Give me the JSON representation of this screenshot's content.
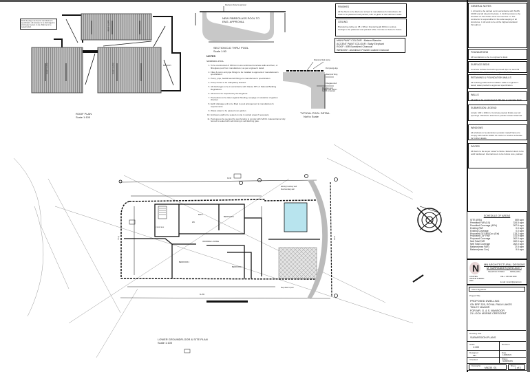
{
  "roof_plan": {
    "title": "ROOF PLAN",
    "scale": "Scale 1:100",
    "note": "Roof sheeting to be fixed to manufacturer's specification. All rainwater to be discharged to stormwater system on site. Balcony to be waterproofed.",
    "labels": [
      "ROOF SLOPE",
      "ROOF SLOPE",
      "ROOF SLOPE",
      "BALCONY"
    ]
  },
  "pool_section": {
    "callout": "Paving to Owner's approval",
    "pool_label": "NEW FIBREGLASS POOL TO ENG. APPROVAL",
    "title": "SECTION D-D THRU' POOL",
    "scale": "Scale 1:50"
  },
  "pool_notes": {
    "heading": "NOTES",
    "subheading": "SWIMMING POOL",
    "items": [
      "To be constructed of 150mm in-situ reinforced concrete walls and floor, or fibreglass pool from manufacturer, as per engineer's detail.",
      "Filter & pump and pipe fittings to be installed to approval of manufacturer's specification.",
      "Pump, pipe, backfill and all fittings to manufacturer's specification.",
      "Pump house to be adequately drained.",
      "All discharges to be in accordance with Clause PP1 of National Building Regulations.",
      "All work to be inspected by the Engineer.",
      "Precautions to be taken against flooding, seepage or saturation of garden channel.",
      "Earth drainage unit to be fitted to pool arrangement to manufacturer's requirements.",
      "Waste water to be passed over garden.",
      "Enclosure wall to be sealed on site in certain areas if necessary.",
      "Pool area to be secured by pool fencing to comply with SANS. Gate/entrance fully fenced & sealed with self-closing & self-latching gate."
    ]
  },
  "pool_detail": {
    "title": "TYPICAL POOL DETAIL",
    "scale": "Not to Scale",
    "callouts": [
      "Waterproof tiled coping",
      "Pool paving edge",
      "Waterproof lining",
      "Fibreglass shell",
      "Fibreglass pool installed with 150mm backfill compacted"
    ]
  },
  "site_plan": {
    "title": "LOWER GROUNDFLOOR & SITE PLAN",
    "scale": "Scale 1:100",
    "rooms": [
      "BEDROOM 1",
      "BEDROOM 2",
      "BEDROOM 3",
      "INFORMAL LOUNGE",
      "WC",
      "BATH",
      "STAIRCASE"
    ],
    "notes": [
      "Existing boundary wall",
      "New boundary wall",
      "Step down to pool"
    ],
    "boundary_dims": [
      "30.38",
      "31.250",
      "22.25",
      "21.96"
    ]
  },
  "notes_col1": [
    {
      "heading": "FINISHES",
      "text": "All the floors to be tiled over screed to manufacturer's instructions. All walls to be plastered and painted, with no glass to the bathroom walls."
    },
    {
      "heading": "CEILING",
      "text": "Brandering ceiling on 38 x 38mm brandering @ 400mm centres. Ceilings to be plastered and painted white. Cornice to Owner's choice."
    }
  ],
  "paint": [
    "MAIN PAINT COLOUR : Maison Blanche",
    "ACCENT PAINT COLOUR : Baby Elephant",
    "ROOF : IBR Burnished Charcoal",
    "WINDOW : Aluminium Powder coated Charcoal"
  ],
  "notes_col2": [
    {
      "heading": "GENERAL NOTES",
      "text": "1. All work to be carried out in accordance with SANS 10400 and all relevant by-laws. 2. All dimensions to be checked on site before work commences. 3. The contractor is responsible for the safe keeping of all structures. 4. All work to be of the highest standard throughout."
    },
    {
      "heading": "FOUNDATIONS",
      "text": "All foundations to be to engineer's detail."
    },
    {
      "heading": "SURFACE BEDS",
      "text": "Concrete surface bed with approved dpm on sand fill compacted to approval & to engineer's detail."
    },
    {
      "heading": "RETAINING & FOUNDATION WALLS",
      "text": "All retaining walls and foundation walls to engineer's detail, waterproofed to approved specification."
    },
    {
      "heading": "WALLS",
      "text": "All walls to be constructed of 230 clay or concrete block."
    },
    {
      "heading": "SUBMISSION LEGEND",
      "text": "Lintels: 100 x 100mm. Concrete precast lintels over all openings. Windows: aluminium powder coated charcoal."
    },
    {
      "heading": "WINDOWS",
      "text": "All windows to be aluminium powder coated frames to comply with SANS 10400 XA. Refer to window schedule for further details."
    },
    {
      "heading": "DOORS",
      "text": "All doors to be as per owner's choice. Exterior doors to be solid hardwood. Internal doors to be hollow core, painted."
    }
  ],
  "schedule": {
    "title": "SCHEDULE OF AREAS",
    "rows": [
      [
        "SITE AREA",
        "669 sqm"
      ],
      [
        "Permitted FAR (0.5)",
        "334.5 sqm"
      ],
      [
        "Permitted Coverage (40%)",
        "267.6 sqm"
      ],
      [
        "Existing FAR",
        "0.0 sqm"
      ],
      [
        "Existing Coverage",
        "0.0 sqm"
      ],
      [
        "Proposed GF FAR/Cov. (Ext)",
        "133.2 sqm"
      ],
      [
        "Proposed LGF FAR",
        "141.9 sqm"
      ],
      [
        "Proposed Coverage",
        "262.0 sqm"
      ],
      [
        "Nett Total FAR",
        "262.0 sqm"
      ],
      [
        "Nett Total Coverage",
        "262.0 sqm"
      ],
      [
        "Balance(max FAR)",
        "72.5 sqm"
      ],
      [
        "Balance(max Cov)",
        "5.6 sqm"
      ]
    ]
  },
  "firm": {
    "name": "MN ARCHITECTURAL DESIGNS",
    "person": "M. NARRANDES (NHD Arch.)",
    "sacap": "SACAP NO: ST0210",
    "sacap_right": "KZNIA (AFF.)",
    "address": "LOKSHEN AVENUE DURBAN 4000",
    "phone": "CELL : 083 000 0000",
    "email": "E-mail: mnarch@gmail.com"
  },
  "title_block": {
    "client_signature_label": "Client Signature",
    "project_title_label": "Project Title",
    "project_title_lines": [
      "PROPOSED DWELLING",
      "ON ERF 325, ROYAL PALM LAKES",
      "TINLEY MANOR",
      "FOR MR. G. & S. MANSOOR",
      "21 LOCH MORNE CRESCENT"
    ],
    "drawing_title_label": "Drawing Title",
    "drawing_title": "SUBMISSION PLANS",
    "scale_label": "Scale",
    "scale": "1:100",
    "revision_label": "Revision",
    "designed_label": "Designed",
    "designed": "MN",
    "date_label": "Date",
    "date": "14/08/2023",
    "checked_label": "Checked",
    "status_label": "Status",
    "status": "SUBMISSION",
    "drawing_no_label": "Drawing No.",
    "drawing_no": "MN235 / 01",
    "sheet_label": "Sheet",
    "sheet": "1 of 3"
  }
}
